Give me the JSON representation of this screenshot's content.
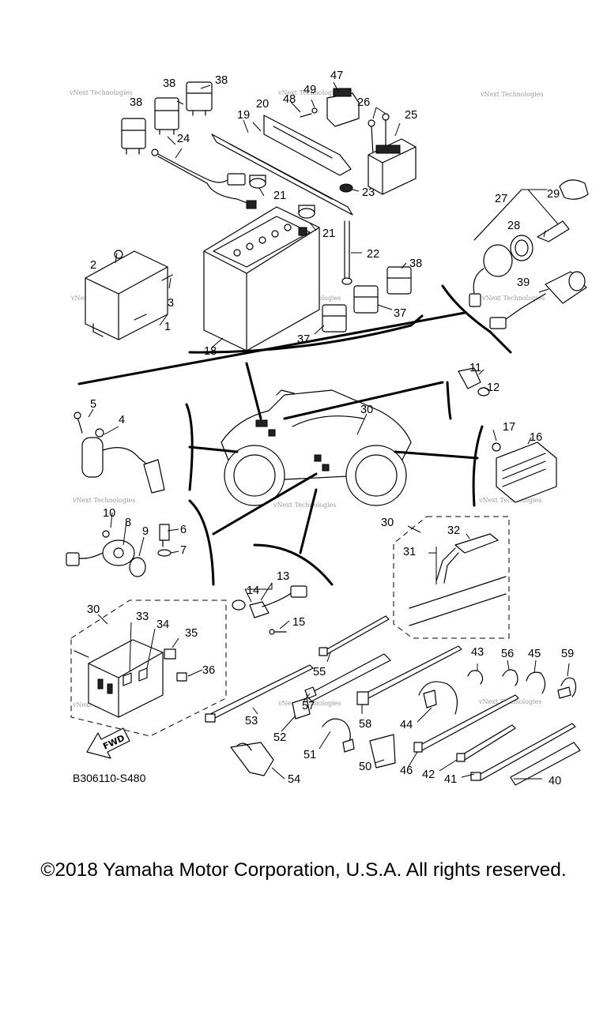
{
  "diagram": {
    "part_numbers": [
      "1",
      "2",
      "3",
      "4",
      "5",
      "6",
      "7",
      "8",
      "9",
      "10",
      "11",
      "12",
      "13",
      "14",
      "15",
      "16",
      "17",
      "18",
      "19",
      "20",
      "21",
      "22",
      "23",
      "24",
      "25",
      "26",
      "27",
      "28",
      "29",
      "30",
      "31",
      "32",
      "33",
      "34",
      "35",
      "36",
      "37",
      "38",
      "39",
      "40",
      "41",
      "42",
      "43",
      "44",
      "45",
      "46",
      "47",
      "48",
      "49",
      "50",
      "51",
      "52",
      "53",
      "54",
      "55",
      "56",
      "57",
      "58",
      "59"
    ],
    "figure_code": "B306110-S480",
    "fwd_label": "FWD",
    "watermark": "vNext Technologies"
  },
  "footer": {
    "copyright": "©2018 Yamaha Motor Corporation, U.S.A. All rights reserved."
  }
}
